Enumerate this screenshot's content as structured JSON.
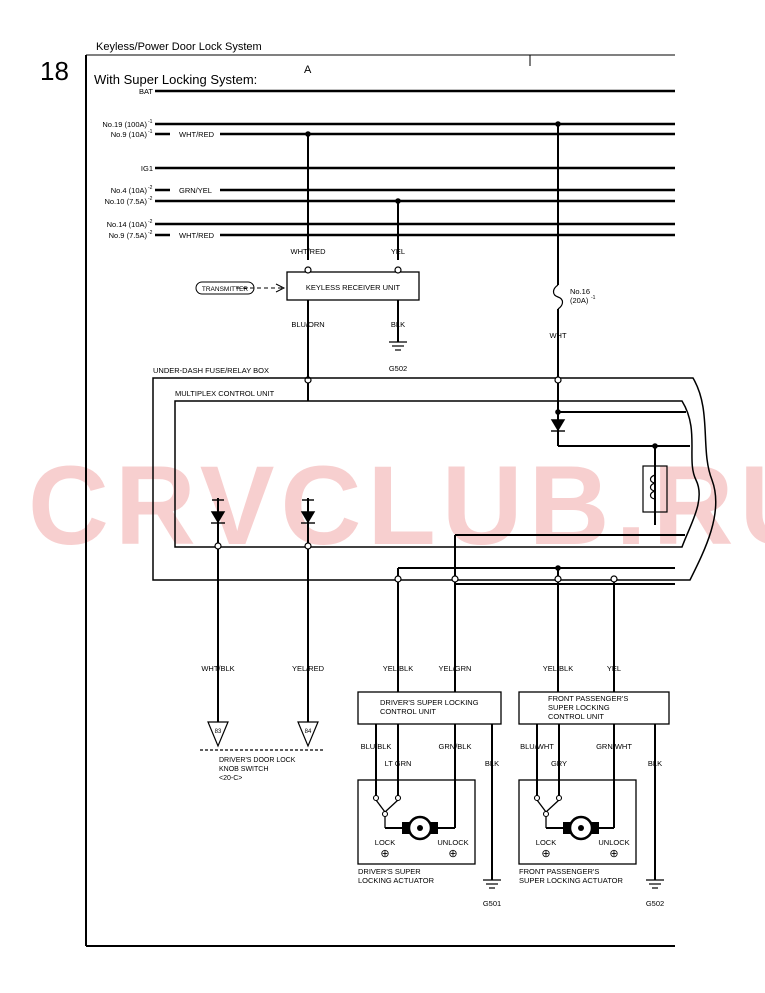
{
  "page": {
    "number": "18",
    "header": "Keyless/Power Door Lock System",
    "subtitle": "With Super Locking System:",
    "marker": "A"
  },
  "watermark": "CRVCLUB.RU",
  "power_lines": [
    {
      "label": "BAT",
      "wire": ""
    },
    {
      "label": "No.19 (100A)",
      "sup": "-1",
      "wire": ""
    },
    {
      "label": "No.9 (10A)",
      "sup": "-1",
      "wire": "WHT/RED"
    },
    {
      "label": "IG1",
      "wire": ""
    },
    {
      "label": "No.4 (10A)",
      "sup": "-2",
      "wire": "GRN/YEL"
    },
    {
      "label": "No.10 (7.5A)",
      "sup": "-2",
      "wire": ""
    },
    {
      "label": "No.14 (10A)",
      "sup": "-2",
      "wire": ""
    },
    {
      "label": "No.9 (7.5A)",
      "sup": "-2",
      "wire": "WHT/RED"
    }
  ],
  "keyless": {
    "wire_in_left": "WHT/RED",
    "wire_in_right": "YEL",
    "transmitter": "TRANSMITTER",
    "unit": "KEYLESS RECEIVER UNIT",
    "wire_out_left": "BLU/ORN",
    "wire_out_right": "BLK",
    "ground": "G502"
  },
  "fuse16": {
    "label": "No.16",
    "rating": "(20A)",
    "sup": "-1",
    "wire": "WHT"
  },
  "boxes": {
    "fuse_box": "UNDER-DASH FUSE/RELAY BOX",
    "mcu": "MULTIPLEX CONTROL UNIT"
  },
  "lower_wires": {
    "w1": "WHT/BLK",
    "w2": "YEL/RED",
    "w3": "YEL/BLK",
    "w4": "YEL/GRN",
    "w5": "YEL/BLK",
    "w6": "YEL"
  },
  "connectors": {
    "c1": "83",
    "c2": "84"
  },
  "knob_switch": {
    "line1": "DRIVER'S DOOR LOCK",
    "line2": "KNOB SWITCH",
    "line3": "<20-C>"
  },
  "driver_ctrl": {
    "line1": "DRIVER'S SUPER LOCKING",
    "line2": "CONTROL UNIT"
  },
  "pass_ctrl": {
    "line1": "FRONT PASSENGER'S",
    "line2": "SUPER LOCKING",
    "line3": "CONTROL UNIT"
  },
  "driver_act": {
    "w_blu": "BLU/BLK",
    "w_ltgrn": "LT GRN",
    "w_grn": "GRN/BLK",
    "w_blk": "BLK",
    "lock": "LOCK",
    "unlock": "UNLOCK",
    "name1": "DRIVER'S SUPER",
    "name2": "LOCKING ACTUATOR",
    "ground": "G501"
  },
  "pass_act": {
    "w_blu": "BLU/WHT",
    "w_gry": "GRY",
    "w_grn": "GRN/WHT",
    "w_blk": "BLK",
    "lock": "LOCK",
    "unlock": "UNLOCK",
    "name1": "FRONT PASSENGER'S",
    "name2": "SUPER LOCKING ACTUATOR",
    "ground": "G502"
  },
  "plus_symbol": "⊕"
}
